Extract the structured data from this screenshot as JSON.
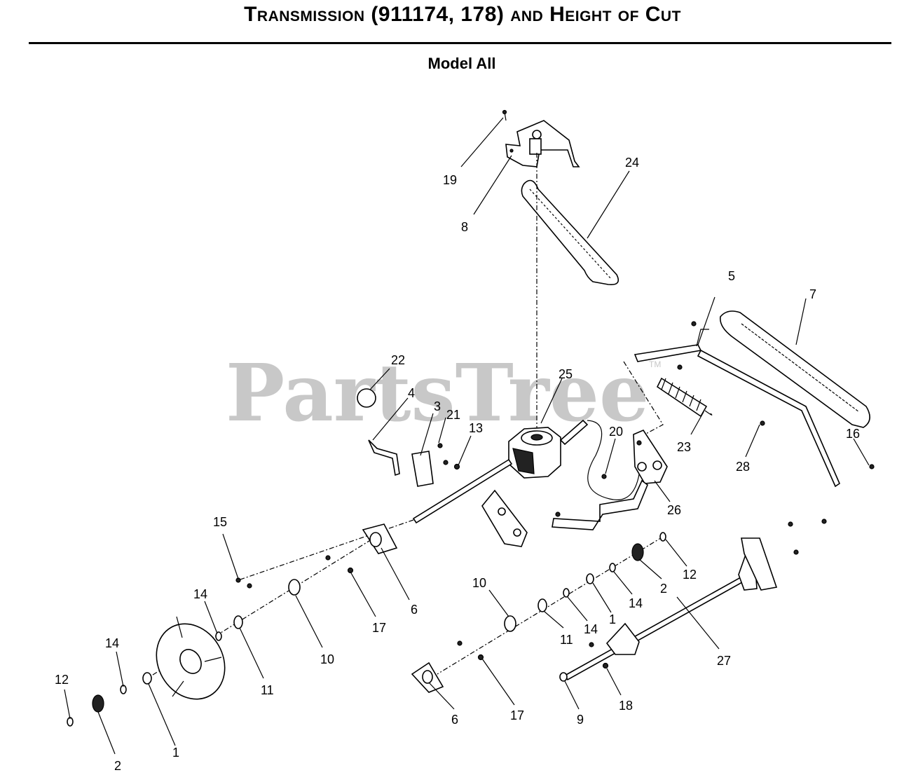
{
  "header": {
    "title": "Transmission (911174, 178) and Height of Cut",
    "subtitle": "Model All"
  },
  "watermark": {
    "text": "PartsTree",
    "trademark": "TM"
  },
  "callouts": {
    "c19": "19",
    "c8": "8",
    "c24": "24",
    "c5": "5",
    "c7": "7",
    "c22": "22",
    "c4": "4",
    "c3": "3",
    "c21": "21",
    "c13": "13",
    "c25": "25",
    "c20": "20",
    "c23": "23",
    "c28": "28",
    "c16": "16",
    "c26": "26",
    "c15": "15",
    "c6a": "6",
    "c17a": "17",
    "c10a": "10",
    "c11a": "11",
    "c14a": "14",
    "c14b": "14",
    "c12a": "12",
    "c2a": "2",
    "c1a": "1",
    "c10b": "10",
    "c11b": "11",
    "c14c": "14",
    "c1b": "1",
    "c14d": "14",
    "c2b": "2",
    "c12b": "12",
    "c27": "27",
    "c6b": "6",
    "c17b": "17",
    "c9": "9",
    "c18": "18"
  },
  "colors": {
    "ink": "#000000",
    "watermark": "#c8c8c8",
    "background": "#ffffff"
  }
}
